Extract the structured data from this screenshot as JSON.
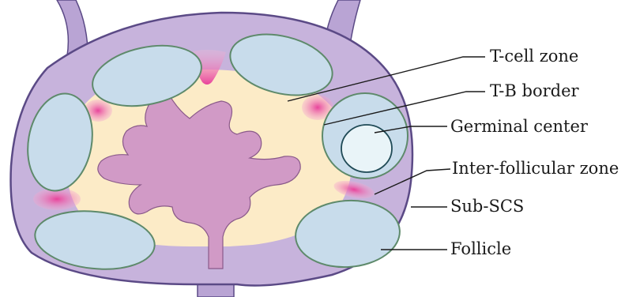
{
  "diagram": {
    "labels": {
      "t_cell_zone": "T-cell zone",
      "t_b_border": "T-B border",
      "germinal_center": "Germinal center",
      "inter_follicular_zone": "Inter-follicular zone",
      "sub_scs": "Sub-SCS",
      "follicle": "Follicle"
    },
    "colors": {
      "capsule": "#c7b3dc",
      "capsule_outline": "#5b4a86",
      "paracortex": "#fcebc7",
      "follicle": "#c8dceb",
      "follicle_outline": "#5e8a6b",
      "germinal_center": "#e9f4f8",
      "medulla": "#d19ac6",
      "border_pink": "#e8439b"
    }
  }
}
